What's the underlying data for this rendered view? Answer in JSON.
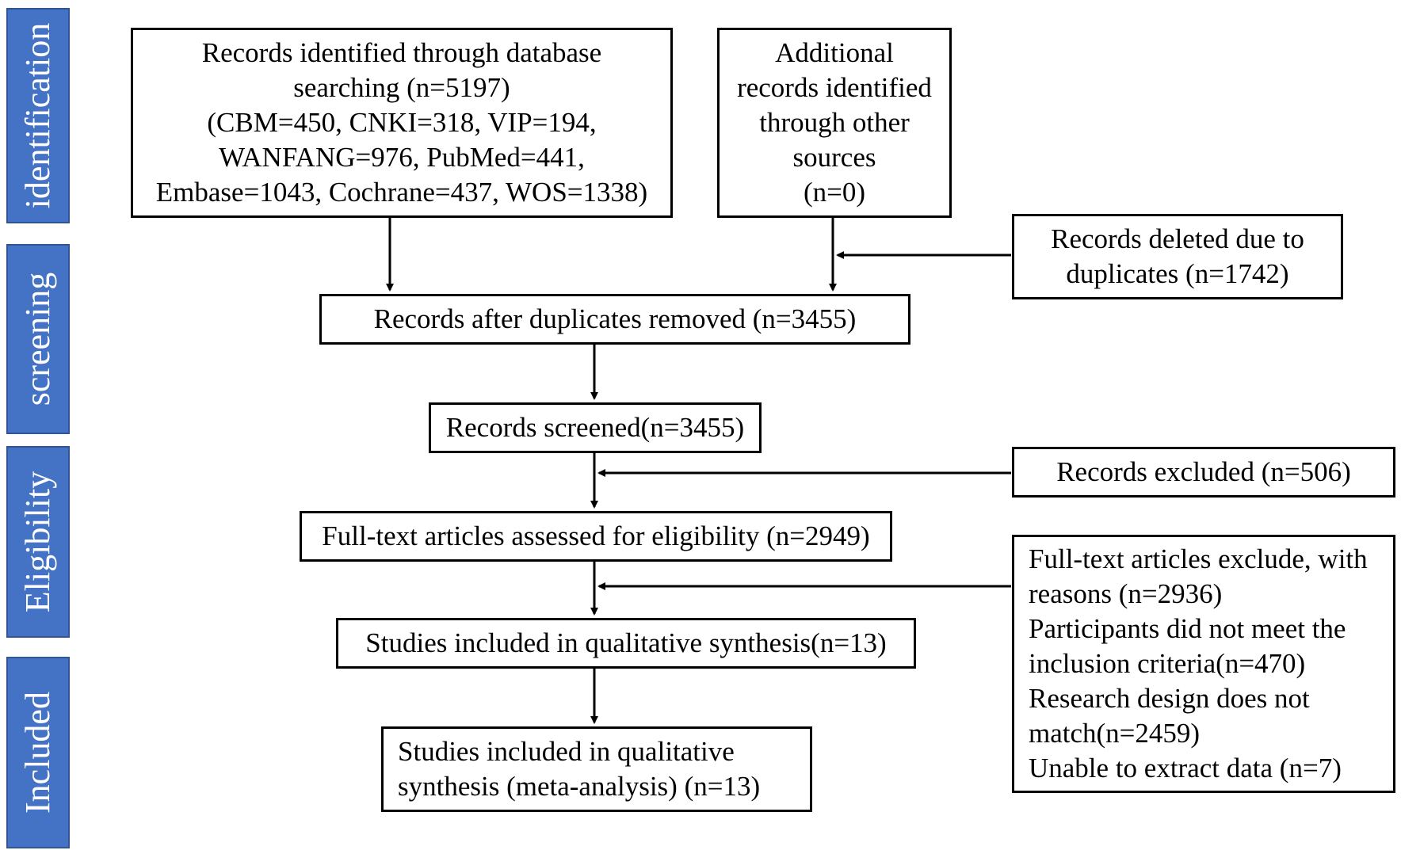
{
  "stages": {
    "identification": "identification",
    "screening": "screening",
    "eligibility": "Eligibility",
    "included": "Included"
  },
  "boxes": {
    "database": "Records identified through database\nsearching (n=5197)\n(CBM=450, CNKI=318, VIP=194,\nWANFANG=976, PubMed=441,\nEmbase=1043, Cochrane=437, WOS=1338)",
    "additional": "Additional\nrecords identified\nthrough other\nsources\n(n=0)",
    "duplicates_deleted": "Records deleted due to\nduplicates (n=1742)",
    "after_duplicates": "Records after duplicates removed (n=3455)",
    "screened": "Records screened(n=3455)",
    "excluded": "Records excluded (n=506)",
    "fulltext": "Full-text articles assessed for eligibility (n=2949)",
    "fulltext_excluded": "Full-text articles exclude, with\nreasons (n=2936)\nParticipants did not meet the\ninclusion criteria(n=470)\nResearch design does not\nmatch(n=2459)\nUnable to extract data (n=7)",
    "qualitative": "Studies included in qualitative synthesis(n=13)",
    "meta": "Studies included in qualitative\nsynthesis (meta-analysis) (n=13)"
  },
  "colors": {
    "stage_fill": "#4472c4",
    "stage_text": "#ffffff",
    "line": "#000000"
  }
}
